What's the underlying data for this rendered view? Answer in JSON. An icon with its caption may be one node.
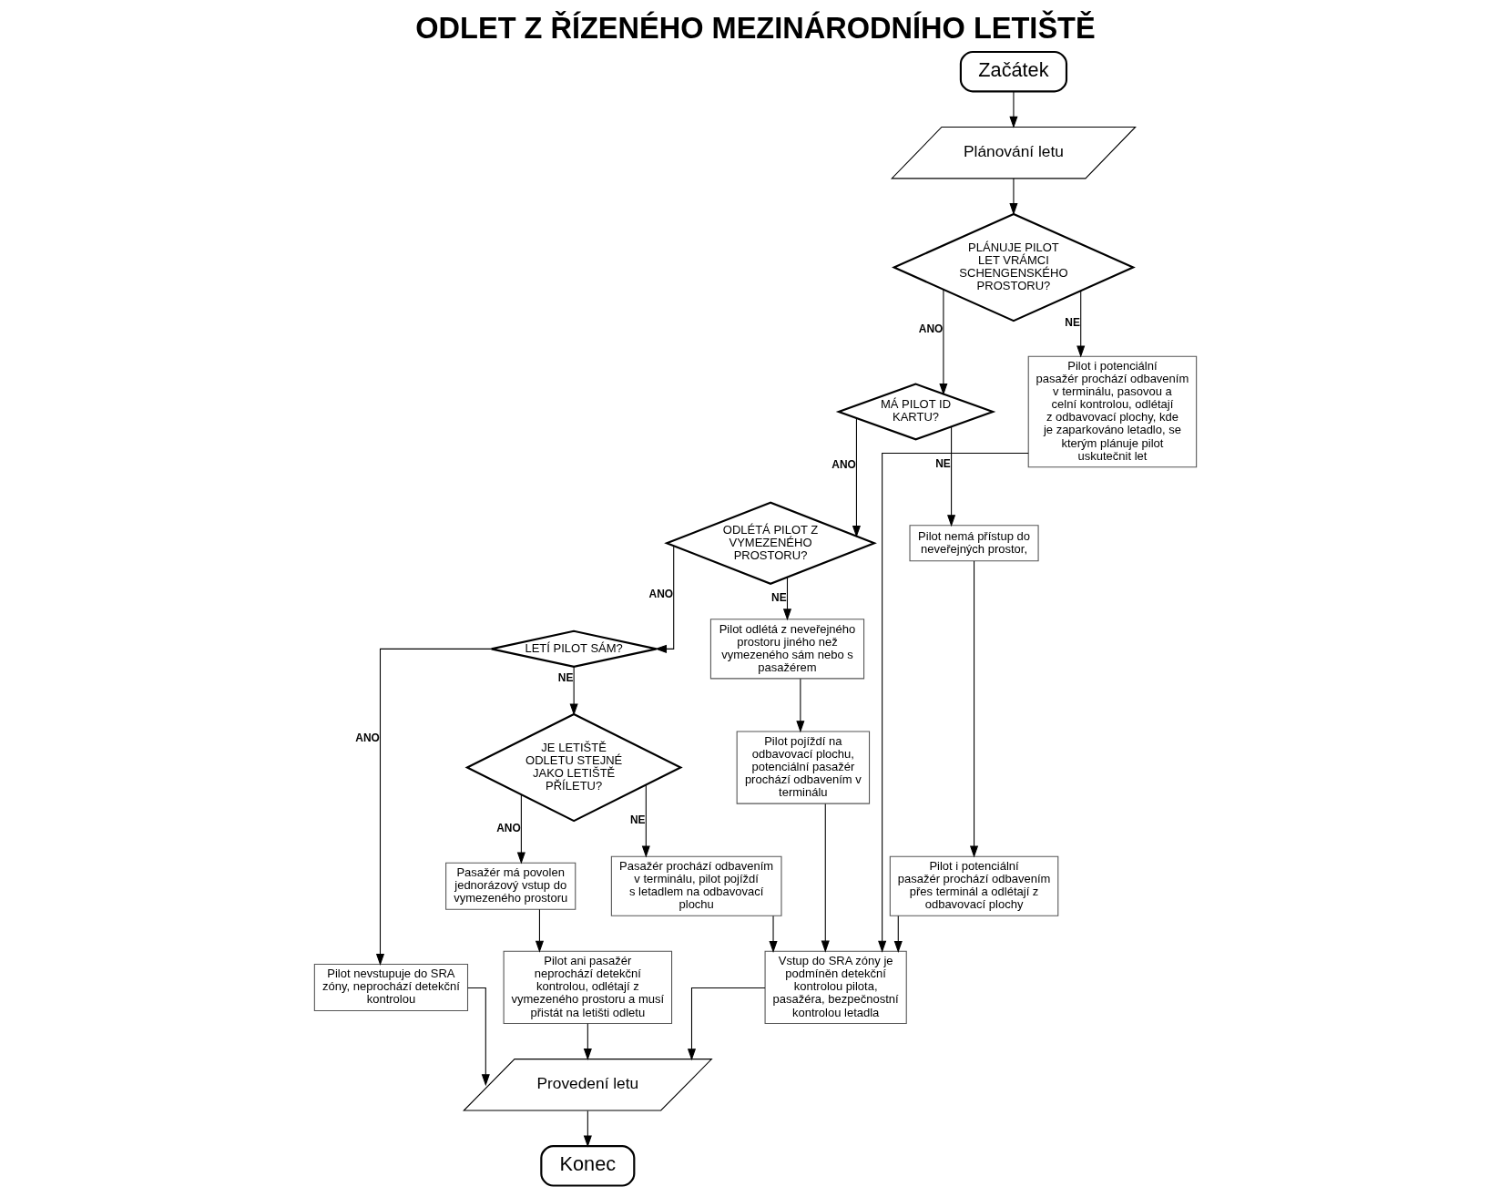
{
  "diagram": {
    "title": "ODLET Z ŘÍZENÉHO MEZINÁRODNÍHO LETIŠTĚ",
    "nodes": [
      {
        "text": [
          "Začátek"
        ]
      },
      {
        "text": [
          "Plánování letu"
        ]
      },
      {
        "text": [
          "PLÁNUJE PILOT LET VRÁMCI SCHENGENSKÉHO PROSTORU?"
        ]
      },
      {
        "text": [
          "MÁ PILOT ID KARTU?"
        ]
      },
      {
        "text": [
          "Pilot i potenciální pasažér prochází odbavením v terminálu, pasovou a celní kontrolou, odlétají z odbavovací plochy, kde je zaparkováno letadlo, se kterým plánuje pilot uskutečnit let"
        ]
      },
      {
        "text": [
          "ODLÉTÁ PILOT Z VYMEZENÉHO PROSTORU?"
        ]
      },
      {
        "text": [
          "Pilot nemá přístup do neveřejných prostor,"
        ]
      },
      {
        "text": [
          "Pilot odlétá z neveřejného prostoru jiného než vymezeného sám nebo s pasažérem"
        ]
      },
      {
        "text": [
          "LETÍ PILOT SÁM?"
        ]
      },
      {
        "text": [
          "Pilot i potenciální pasažér prochází odbavením přes terminál a odlétají z odbavovací plochy"
        ]
      },
      {
        "text": [
          "JE LETIŠTĚ ODLETU STEJNÉ JAKO LETIŠTĚ PŘÍLETU?"
        ]
      },
      {
        "text": [
          "Pilot nevstupuje do SRA zóny, neprochází detekční kontrolou"
        ]
      },
      {
        "text": [
          "Pilot pojíždí na odbavovací plochu, potenciální pasažér prochází odbavením v terminálu"
        ]
      },
      {
        "text": [
          "Pasažér prochází odbavením v terminálu, pilot pojíždí s letadlem na odbavovací plochu"
        ]
      },
      {
        "text": [
          "Pasažér má povolen jednorázový vstup do vymezeného prostoru"
        ]
      },
      {
        "text": [
          "Pilot ani pasažér neprochází detekční kontrolou, odlétají z vymezeného prostoru a musí přistát na letišti odletu"
        ]
      },
      {
        "text": [
          "Vstup do SRA zóny je podmíněn detekční kontrolou pilota, pasažéra, bezpečnostní kontrolou letadla"
        ]
      },
      {
        "text": [
          "Provedení letu"
        ]
      },
      {
        "text": [
          "Konec"
        ]
      }
    ],
    "edges": [
      {
        "from": 0,
        "to": 1,
        "arrow": "to"
      },
      {
        "from": 1,
        "to": 2,
        "arrow": "to"
      },
      {
        "from": 2,
        "to": 3,
        "arrow": "to",
        "label": "ANO"
      },
      {
        "from": 2,
        "to": 4,
        "arrow": "to",
        "label": "NE"
      },
      {
        "from": 3,
        "to": 5,
        "arrow": "to",
        "label": "ANO"
      },
      {
        "from": 3,
        "to": 6,
        "arrow": "to",
        "label": "NE"
      },
      {
        "from": 5,
        "to": 7,
        "arrow": "to",
        "label": "NE"
      },
      {
        "from": 5,
        "to": 8,
        "arrow": "to",
        "label": "ANO"
      },
      {
        "from": 6,
        "to": 9,
        "arrow": "to"
      },
      {
        "from": 8,
        "to": 10,
        "arrow": "to",
        "label": "NE"
      },
      {
        "from": 8,
        "to": 11,
        "arrow": "to",
        "label": "ANO"
      },
      {
        "from": 10,
        "to": 13,
        "arrow": "to",
        "label": "NE"
      },
      {
        "from": 10,
        "to": 14,
        "arrow": "to",
        "label": "ANO"
      },
      {
        "from": 7,
        "to": 12,
        "arrow": "to"
      },
      {
        "from": 14,
        "to": 15,
        "arrow": "to"
      },
      {
        "from": 12,
        "to": 16,
        "arrow": "to"
      },
      {
        "from": 13,
        "to": 16,
        "arrow": "to"
      },
      {
        "from": 9,
        "to": 16,
        "arrow": "to"
      },
      {
        "from": 4,
        "to": 16,
        "arrow": "to"
      },
      {
        "from": 11,
        "to": 17,
        "arrow": "to"
      },
      {
        "from": 15,
        "to": 17,
        "arrow": "to"
      },
      {
        "from": 16,
        "to": 17,
        "arrow": "to"
      },
      {
        "from": 17,
        "to": 18,
        "arrow": "to"
      }
    ]
  }
}
